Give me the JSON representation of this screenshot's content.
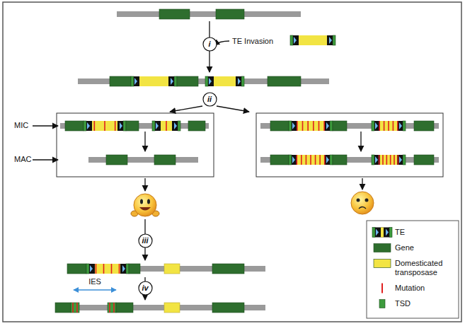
{
  "diagram": {
    "nodes": [
      {
        "text": [
          "i"
        ]
      },
      {
        "text": [
          "ii"
        ]
      },
      {
        "text": [
          "iii"
        ]
      },
      {
        "text": [
          "iv"
        ]
      }
    ],
    "labels": [
      "TE Invasion",
      "MIC",
      "MAC",
      "IES"
    ],
    "legend": [
      {
        "text": "TE"
      },
      {
        "text": "Gene",
        "color": "#2e6e2e"
      },
      {
        "text": "Domesticated transposase",
        "color": "#f2e443"
      },
      {
        "text": "Mutation"
      },
      {
        "text": "TSD",
        "color": "#3d9b3d"
      }
    ]
  }
}
